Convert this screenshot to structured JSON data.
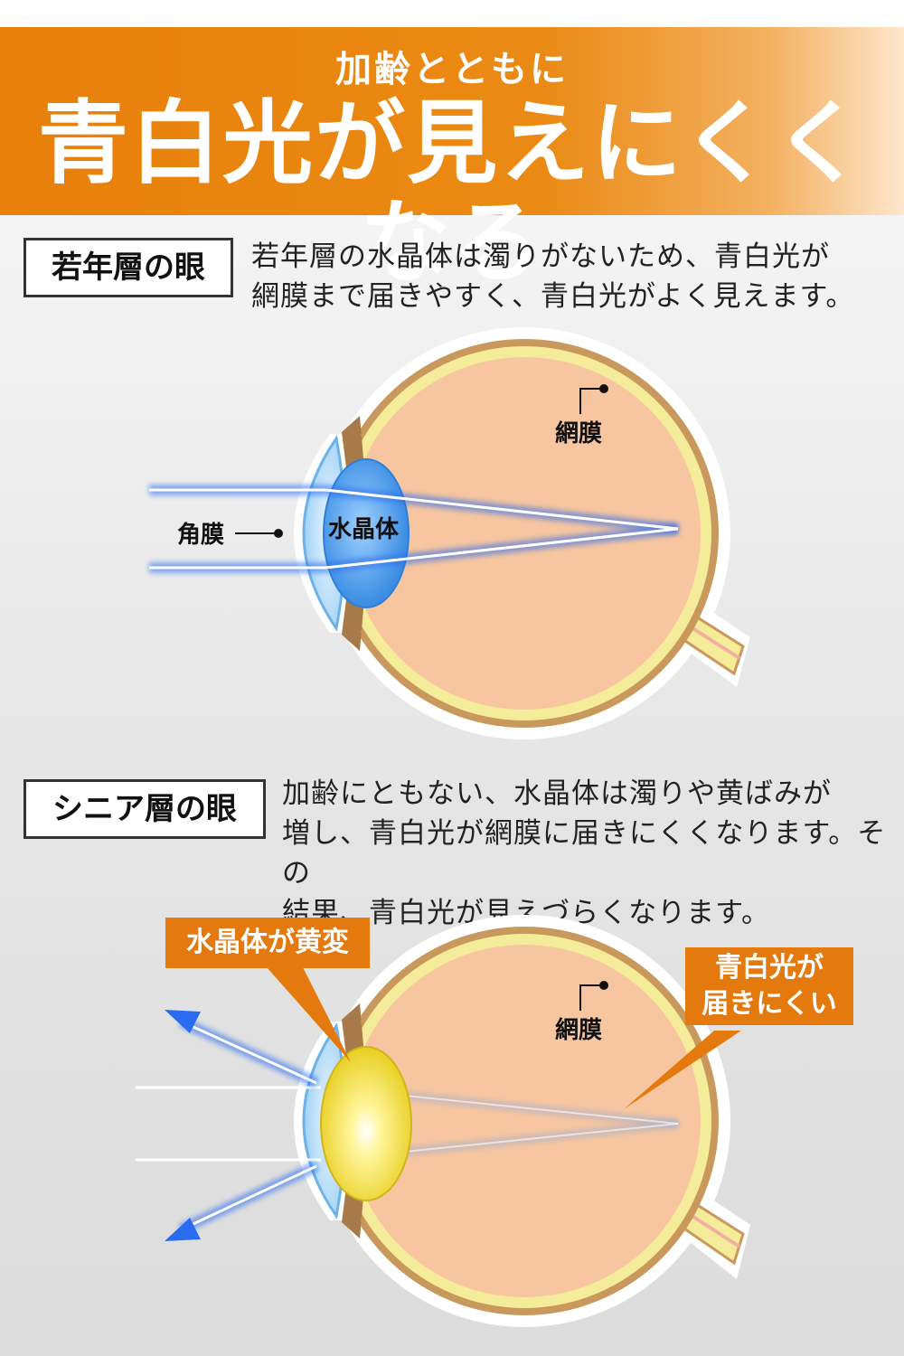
{
  "header": {
    "subtitle": "加齢とともに",
    "title": "青白光が見えにくくなる"
  },
  "young": {
    "label": "若年層の眼",
    "description_line1": "若年層の水晶体は濁りがないため、青白光が",
    "description_line2": "網膜まで届きやすく、青白光がよく見えます。",
    "labels": {
      "retina": "網膜",
      "cornea": "角膜",
      "lens": "水晶体"
    }
  },
  "senior": {
    "label": "シニア層の眼",
    "description_line1": "加齢にともない、水晶体は濁りや黄ばみが",
    "description_line2": "増し、青白光が網膜に届きにくくなります。その",
    "description_line3": "結果、青白光が見えづらくなります。",
    "labels": {
      "retina": "網膜"
    },
    "callout_lens": "水晶体が黄変",
    "callout_light_line1": "青白光が",
    "callout_light_line2": "届きにくい"
  },
  "colors": {
    "accent": "#e8800a",
    "eyeball": "#f7c6a0",
    "sclera_outer": "#c8985c",
    "retina_layer": "#f5ec9a",
    "light": "#2a6cf0",
    "lens_young": "#5aaaf0",
    "lens_senior": "#f7e24a"
  }
}
